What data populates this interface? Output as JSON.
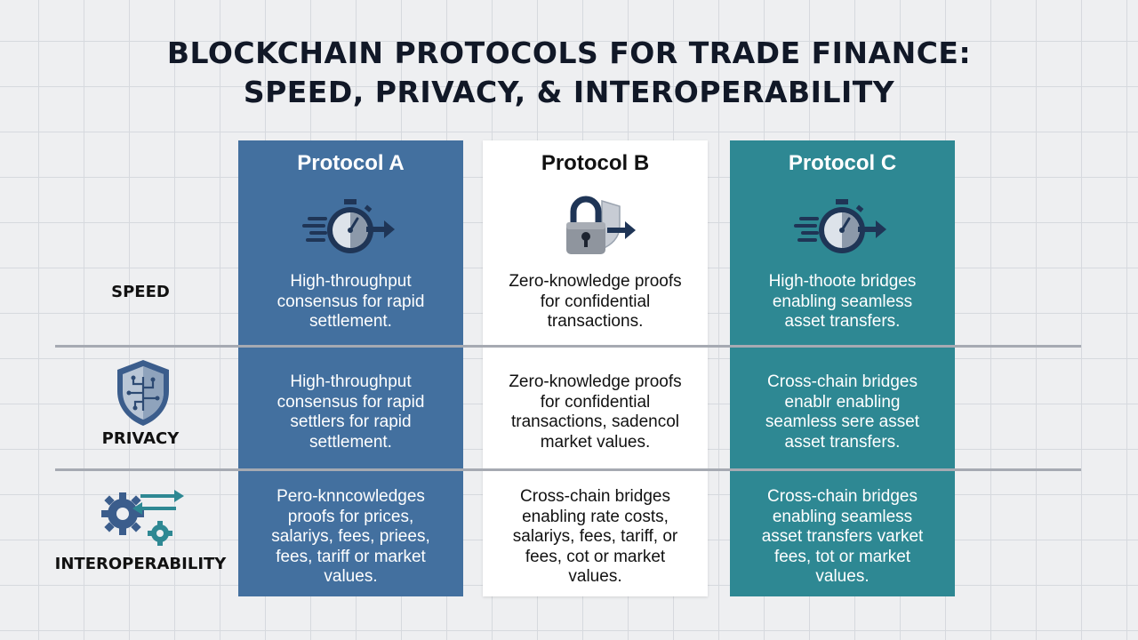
{
  "title_line1": "BLOCKCHAIN PROTOCOLS FOR TRADE FINANCE:",
  "title_line2": "SPEED, PRIVACY, & INTEROPERABILITY",
  "rows": {
    "speed": {
      "label": "SPEED",
      "icon": "none"
    },
    "privacy": {
      "label": "PRIVACY",
      "icon": "circuit-shield-icon"
    },
    "interoperability": {
      "label": "INTEROPERABILITY",
      "icon": "gears-arrows-icon"
    }
  },
  "columns": [
    {
      "header": "Protocol A",
      "icon": "stopwatch-arrow-icon",
      "color": "#43709f",
      "speed": [
        "High-throughput",
        "consensus for rapid",
        "settlement."
      ],
      "privacy": [
        "High-throughput",
        "consensus for rapid",
        "settlers for rapid",
        "settlement."
      ],
      "interoperability": [
        "Pero-knncowledges",
        "proofs for prices,",
        "salariys, fees, priees,",
        "fees, tariff or market",
        "values."
      ]
    },
    {
      "header": "Protocol B",
      "icon": "padlock-shield-icon",
      "color": "#ffffff",
      "speed": [
        "Zero-knowledge proofs",
        "for confidential",
        "transactions."
      ],
      "privacy": [
        "Zero-knowledge proofs",
        "for confidential",
        "transactions, sadencol",
        "market values."
      ],
      "interoperability": [
        "Cross-chain bridges",
        "enabling rate costs,",
        "salariys, fees, tariff, or",
        "fees, cot or market",
        "values."
      ]
    },
    {
      "header": "Protocol C",
      "icon": "stopwatch-arrow-icon",
      "color": "#2e8893",
      "speed": [
        "High-thoote bridges",
        "enabling seamless",
        "asset transfers."
      ],
      "privacy": [
        "Cross-chain bridges",
        "enablr enabling",
        "seamless sere asset",
        "asset transfers."
      ],
      "interoperability": [
        "Cross-chain bridges",
        "enabling seamless",
        "asset transfers varket",
        "fees, tot or market",
        "values."
      ]
    }
  ]
}
